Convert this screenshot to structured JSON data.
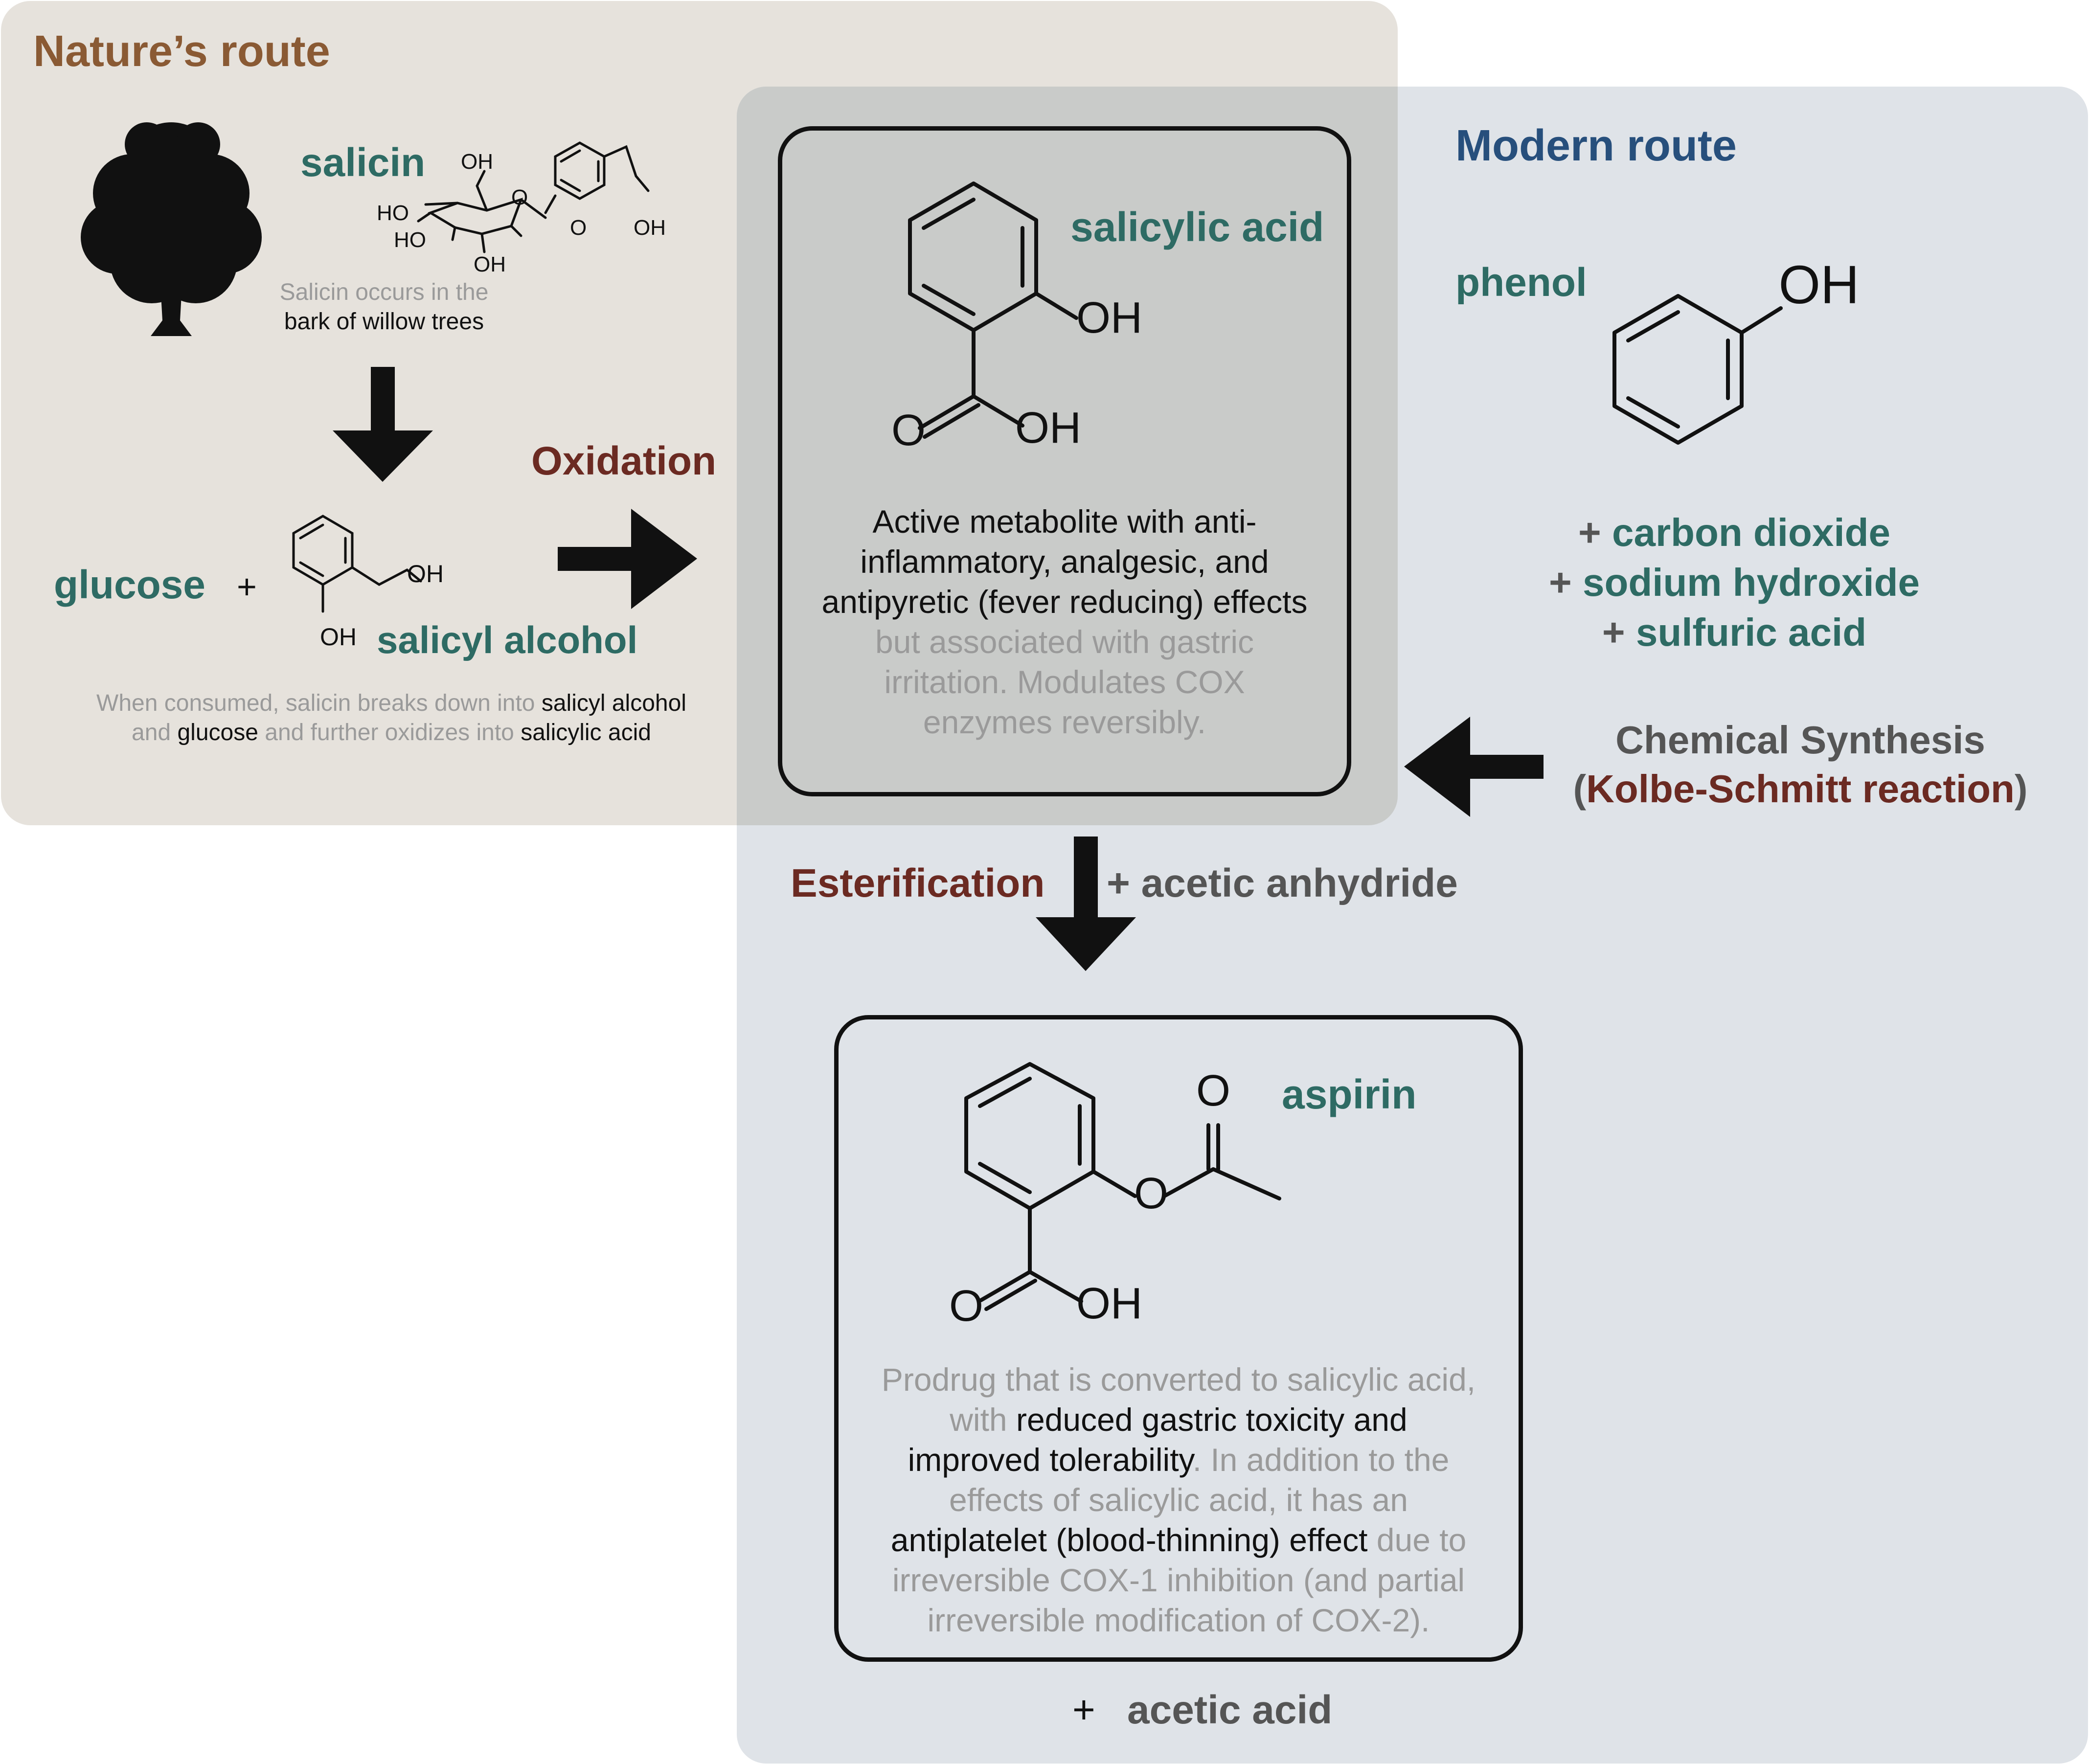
{
  "colors": {
    "nature_panel": "#e6e2dc",
    "modern_panel": "#dfe3e8",
    "overlap_box": "#c9cbc9",
    "teal": "#2e6b64",
    "brown_title": "#8a5a34",
    "blue_title": "#274f7c",
    "maroon": "#6b2a22",
    "grey_text": "#9a9a9a",
    "dark_grey": "#555555"
  },
  "nature": {
    "title": "Nature’s route",
    "salicin_label": "salicin",
    "salicin_note_line1": "Salicin occurs in the",
    "salicin_note_line2": "bark of willow trees",
    "glucose_label": "glucose",
    "plus": "+",
    "salicyl_alcohol_label": "salicyl alcohol",
    "breakdown_note": {
      "p1": "When consumed, salicin breaks down into ",
      "p2": "salicyl alcohol",
      "p3": "and ",
      "p4": "glucose",
      "p5": " and further oxidizes into ",
      "p6": "salicylic acid"
    },
    "oxidation_label": "Oxidation"
  },
  "salicylic_acid": {
    "label": "salicylic acid",
    "desc_black_1": "Active metabolite with anti-",
    "desc_black_2": "inflammatory, analgesic, and",
    "desc_black_3": "antipyretic (fever reducing) effects",
    "desc_grey_1": "but associated with gastric",
    "desc_grey_2": "irritation. Modulates COX",
    "desc_grey_3": "enzymes reversibly."
  },
  "modern": {
    "title": "Modern route",
    "phenol_label": "phenol",
    "reagent_1": "carbon dioxide",
    "reagent_2": "sodium hydroxide",
    "reagent_3": "sulfuric acid",
    "plus": "+",
    "synthesis_line1": "Chemical Synthesis",
    "synthesis_open": "(",
    "synthesis_reaction": "Kolbe-Schmitt reaction",
    "synthesis_close": ")"
  },
  "esterification": {
    "label": "Esterification",
    "reagent": "+ acetic anhydride"
  },
  "aspirin": {
    "label": "aspirin",
    "l1_grey": "Prodrug that is converted to salicylic acid,",
    "l2_grey": "with ",
    "l2_black": "reduced gastric toxicity and",
    "l3_black": "improved tolerability",
    "l3_grey": ". In addition to the",
    "l4_grey": "effects of salicylic acid, it has an",
    "l5_black": "antiplatelet (blood-thinning) effect",
    "l5_grey": " due to",
    "l6_grey": "irreversible COX-1 inhibition (and partial",
    "l7_grey": "irreversible modification of COX-2).",
    "byproduct_plus": "+",
    "byproduct": "acetic acid"
  },
  "atoms": {
    "OH": "OH",
    "O": "O",
    "HO": "HO"
  },
  "icons": {
    "tree": "tree-icon",
    "arrow_down": "arrow-down-icon",
    "arrow_right": "arrow-right-icon",
    "arrow_left": "arrow-left-icon"
  }
}
